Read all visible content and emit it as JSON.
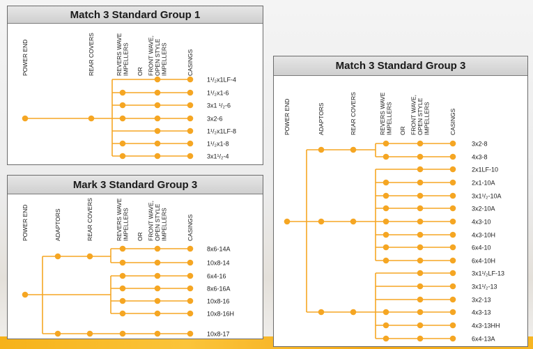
{
  "panels": {
    "g1": {
      "title": "Match 3 Standard Group 1",
      "columns": [
        "POWER END",
        "REAR COVERS",
        "REVERS WAVE\nIMPELLERS",
        "OR",
        "FRONT WAVE,\nOPEN STYLE\nIMPELLERS",
        "CASINGS"
      ],
      "casings": [
        "1¹/₂x1LF-4",
        "1¹/₂x1-6",
        "3x1 ¹/₂-6",
        "3x2-6",
        "1¹/₂x1LF-8",
        "1¹/₂x1-8",
        "3x1¹/₂-4"
      ]
    },
    "m3": {
      "title": "Mark 3 Standard Group 3",
      "columns": [
        "POWER END",
        "ADAPTORS",
        "REAR COVERS",
        "REVERS WAVE\nIMPELLERS",
        "OR",
        "FRONT WAVE,\nOPEN STYLE\nIMPELLERS",
        "CASINGS"
      ],
      "casings": [
        "8x6-14A",
        "10x8-14",
        "6x4-16",
        "8x6-16A",
        "10x8-16",
        "10x8-16H",
        "10x8-17"
      ]
    },
    "g3": {
      "title": "Match 3 Standard Group 3",
      "columns": [
        "POWER END",
        "ADAPTORS",
        "REAR COVERS",
        "REVERS WAVE\nIMPELLERS",
        "OR",
        "FRONT WAVE,\nOPEN STYLE\nIMPELLERS",
        "CASINGS"
      ],
      "casings": [
        "3x2-8",
        "4x3-8",
        "2x1LF-10",
        "2x1-10A",
        "3x1¹/₂-10A",
        "3x2-10A",
        "4x3-10",
        "4x3-10H",
        "6x4-10",
        "6x4-10H",
        "3x1¹/₂LF-13",
        "3x1¹/₂-13",
        "3x2-13",
        "4x3-13",
        "4x3-13HH",
        "6x4-13A"
      ]
    }
  },
  "colors": {
    "accent": "#f5a623",
    "stripe": "#f6b21a",
    "header_bg": "#d8d8d8"
  }
}
